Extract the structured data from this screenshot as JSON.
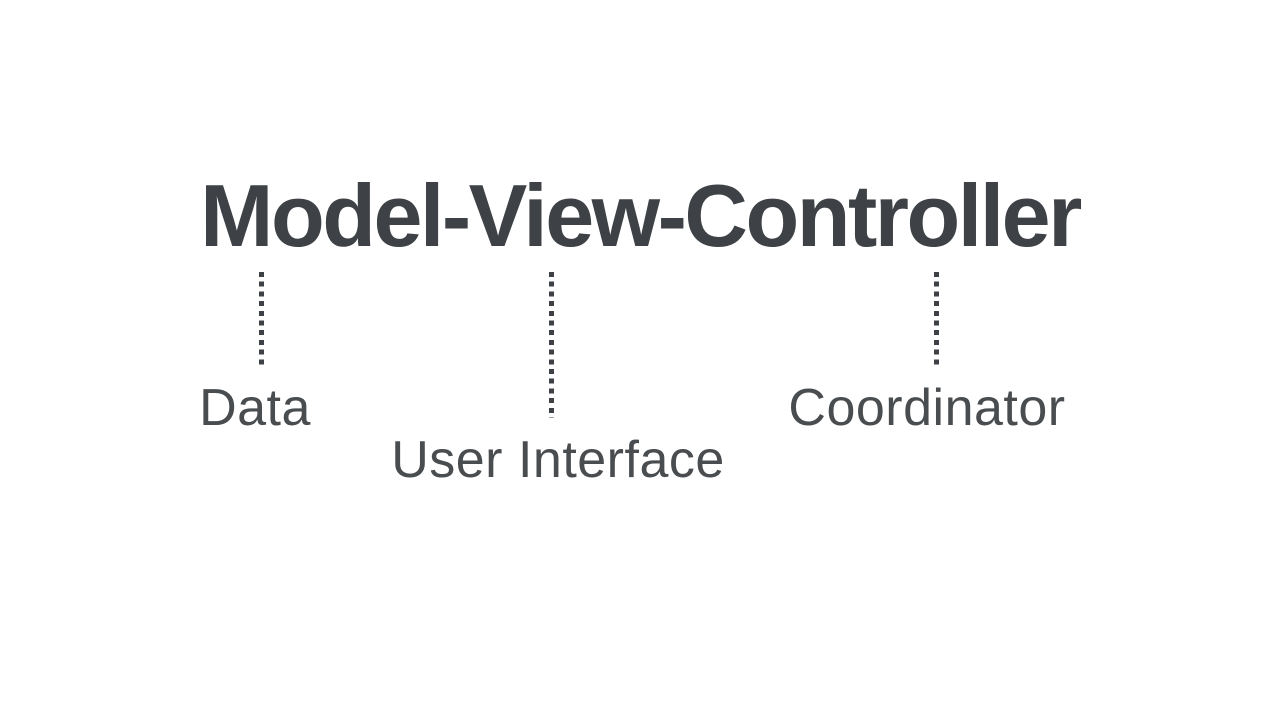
{
  "theme": {
    "bg": "#ffffff",
    "ink": "#3e4145",
    "label-ink": "#4a4d50"
  },
  "diagram": {
    "title": "Model-View-Controller",
    "parts": [
      {
        "component": "Model",
        "label": "Data"
      },
      {
        "component": "View",
        "label": "User Interface"
      },
      {
        "component": "Controller",
        "label": "Coordinator"
      }
    ]
  }
}
